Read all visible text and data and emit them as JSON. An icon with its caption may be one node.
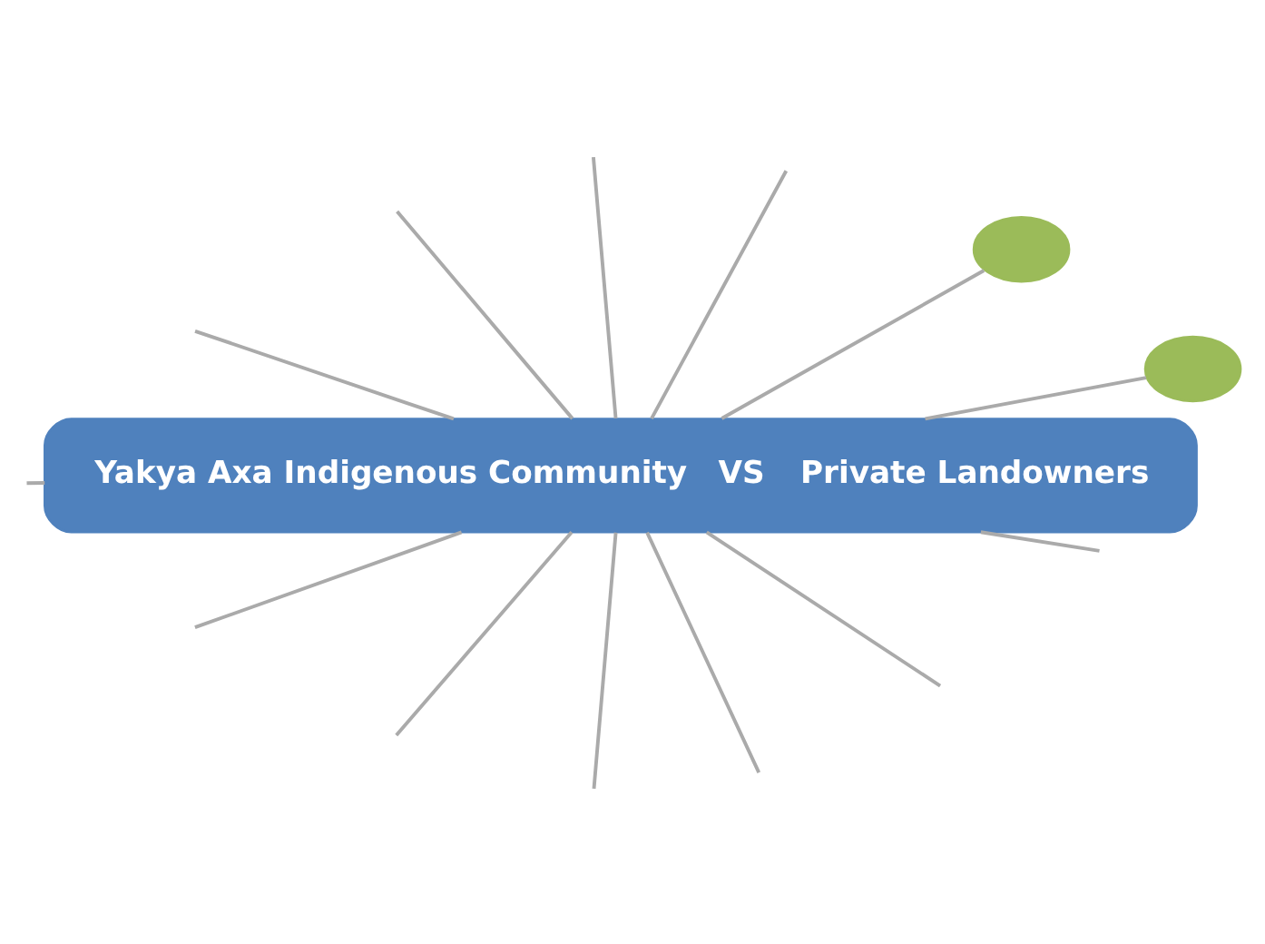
{
  "diagram": {
    "nodes": [
      {
        "text": [
          "Yakya Axa Indigenous Community",
          "VS",
          "Private Landowners"
        ]
      },
      {
        "text": [],
        "shape": "ellipse"
      },
      {
        "text": [],
        "shape": "ellipse"
      }
    ],
    "edges": [
      {
        "from": 0,
        "to": null,
        "arrow": "none"
      },
      {
        "from": 0,
        "to": null,
        "arrow": "none"
      },
      {
        "from": 0,
        "to": null,
        "arrow": "none"
      },
      {
        "from": 0,
        "to": null,
        "arrow": "none"
      },
      {
        "from": 0,
        "to": null,
        "arrow": "none"
      },
      {
        "from": 0,
        "to": 1,
        "arrow": "none"
      },
      {
        "from": 0,
        "to": null,
        "arrow": "none"
      },
      {
        "from": 0,
        "to": null,
        "arrow": "none"
      },
      {
        "from": 0,
        "to": null,
        "arrow": "none"
      },
      {
        "from": 0,
        "to": null,
        "arrow": "none"
      },
      {
        "from": 0,
        "to": null,
        "arrow": "none"
      },
      {
        "from": 0,
        "to": null,
        "arrow": "none"
      },
      {
        "from": 0,
        "to": 2,
        "arrow": "none"
      }
    ]
  }
}
